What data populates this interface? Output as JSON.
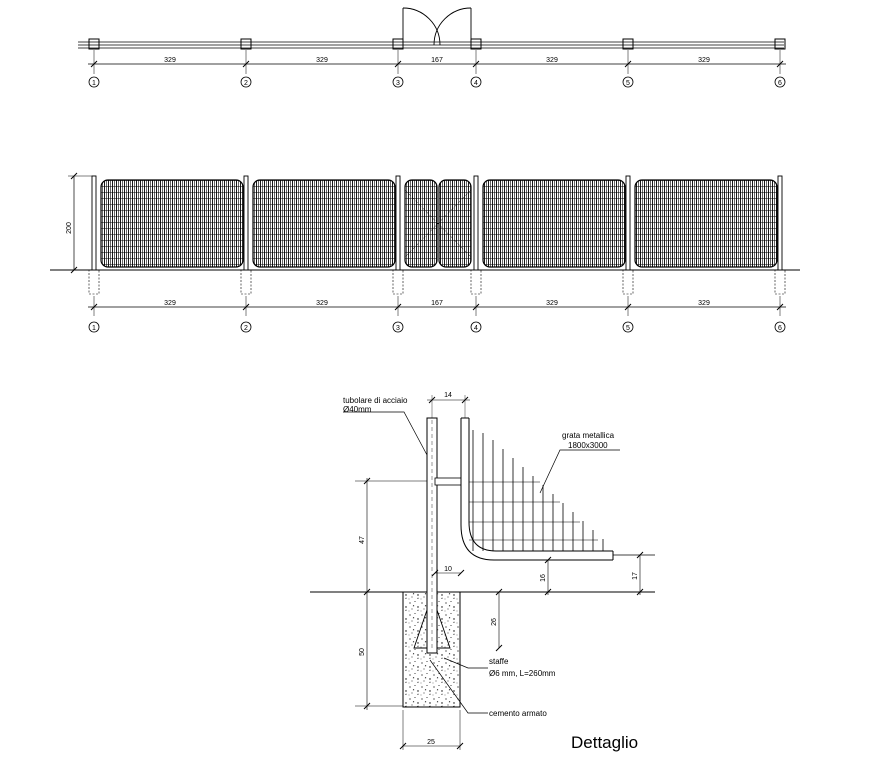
{
  "plan": {
    "dimensions": [
      "329",
      "329",
      "167",
      "329",
      "329"
    ],
    "axes": [
      "1",
      "2",
      "3",
      "4",
      "5",
      "6"
    ]
  },
  "elevation": {
    "height": "200",
    "dimensions": [
      "329",
      "329",
      "167",
      "329",
      "329"
    ],
    "axes": [
      "1",
      "2",
      "3",
      "4",
      "5",
      "6"
    ]
  },
  "detail": {
    "title": "Dettaglio",
    "labels": {
      "tube_line1": "tubolare di acciaio",
      "tube_line2": "Ø40mm",
      "grate_line1": "grata metallica",
      "grate_line2": "1800x3000",
      "stirrups_line1": "staffe",
      "stirrups_line2": "Ø6 mm,  L=260mm",
      "concrete": "cemento armato"
    },
    "dims": {
      "top": "14",
      "height_above": "47",
      "foundation": "50",
      "base_width": "25",
      "inner": "10",
      "anchor": "26",
      "curb": "16",
      "curb_right": "17"
    }
  }
}
